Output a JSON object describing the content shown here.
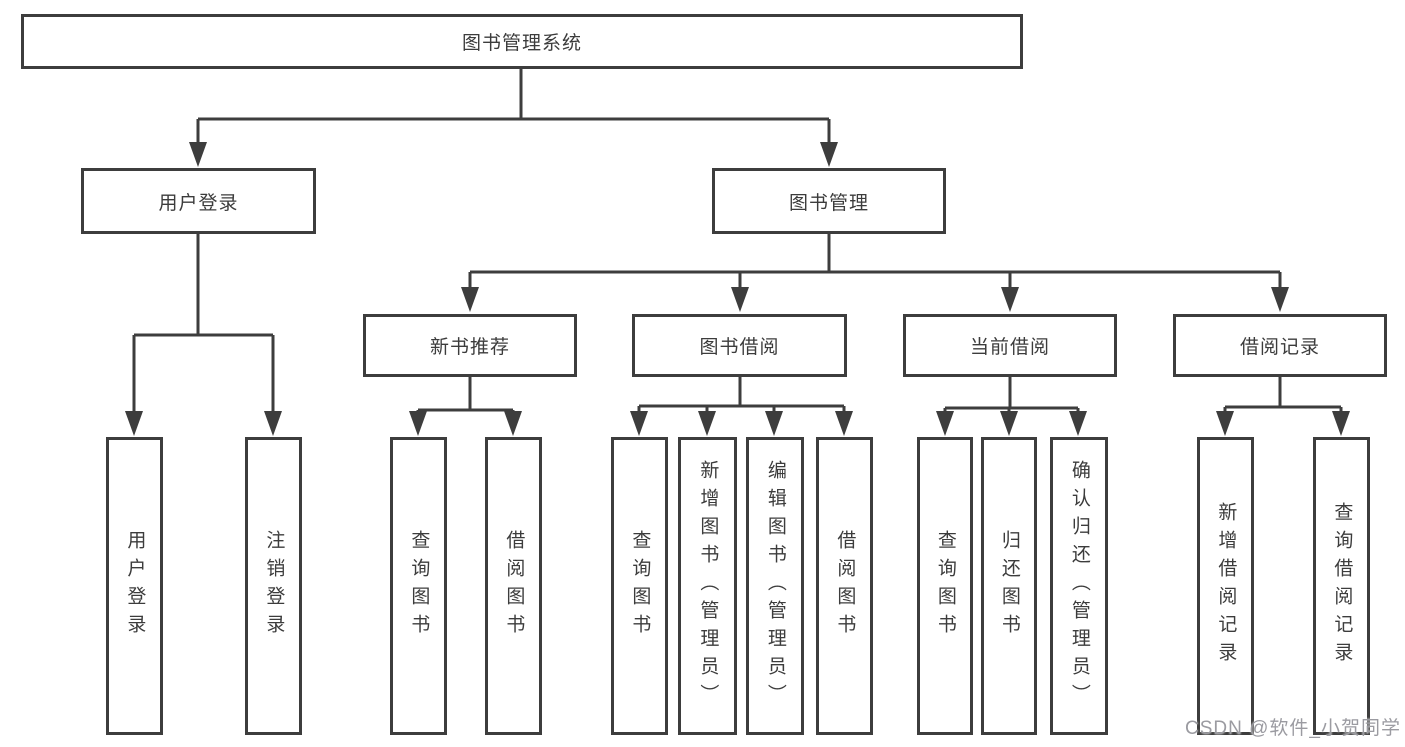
{
  "diagram": {
    "root": {
      "label": "图书管理系统"
    },
    "branches": [
      {
        "label": "用户登录",
        "children": [
          "用户登录",
          "注销登录"
        ]
      },
      {
        "label": "图书管理",
        "sections": [
          {
            "label": "新书推荐",
            "children": [
              "查询图书",
              "借阅图书"
            ]
          },
          {
            "label": "图书借阅",
            "children": [
              "查询图书",
              "新增图书（管理员）",
              "编辑图书（管理员）",
              "借阅图书"
            ]
          },
          {
            "label": "当前借阅",
            "children": [
              "查询图书",
              "归还图书",
              "确认归还（管理员）"
            ]
          },
          {
            "label": "借阅记录",
            "children": [
              "新增借阅记录",
              "查询借阅记录"
            ]
          }
        ]
      }
    ],
    "colors": {
      "line": "#3d3d3d",
      "text": "#3c3c3c",
      "watermark_text": "#9b9ba1",
      "background": "#ffffff"
    }
  },
  "watermark": {
    "text": "CSDN @软件_小贺同学"
  }
}
